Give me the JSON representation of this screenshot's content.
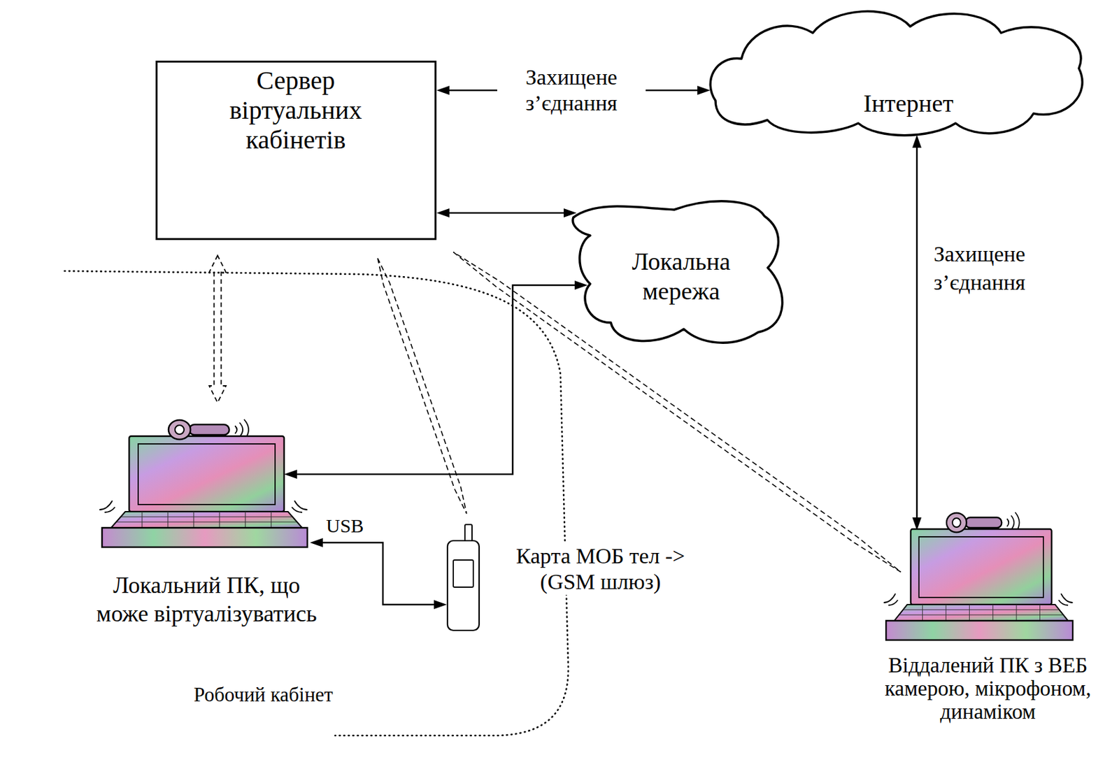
{
  "diagram": {
    "nodes": [
      {
        "text": [
          "Сервер віртуальних кабінетів"
        ]
      },
      {
        "text": [
          "Інтернет"
        ]
      },
      {
        "text": [
          "Локальна мережа"
        ]
      },
      {
        "text": [
          "Локальний ПК, що може віртуалізуватись"
        ]
      },
      {
        "text": [
          "Карта МОБ тел -> (GSM шлюз)"
        ]
      },
      {
        "text": [
          "Віддалений ПК з ВЕБ камерою, мікрофоном, динаміком"
        ]
      }
    ],
    "edges": [
      {
        "from": 0,
        "to": 1,
        "label": "Захищене з’єднання",
        "arrow": "both"
      },
      {
        "from": 0,
        "to": 2,
        "arrow": "both"
      },
      {
        "from": 2,
        "to": 3,
        "arrow": "both"
      },
      {
        "from": 3,
        "to": 4,
        "label": "USB",
        "arrow": "both"
      },
      {
        "from": 1,
        "to": 5,
        "label": "Захищене з’єднання",
        "arrow": "both"
      },
      {
        "from": 0,
        "to": 3,
        "arrow": "both"
      },
      {
        "from": 0,
        "to": 4,
        "arrow": "none"
      },
      {
        "from": 0,
        "to": 5,
        "arrow": "none"
      }
    ],
    "labels": [
      "Робочий кабінет"
    ]
  }
}
